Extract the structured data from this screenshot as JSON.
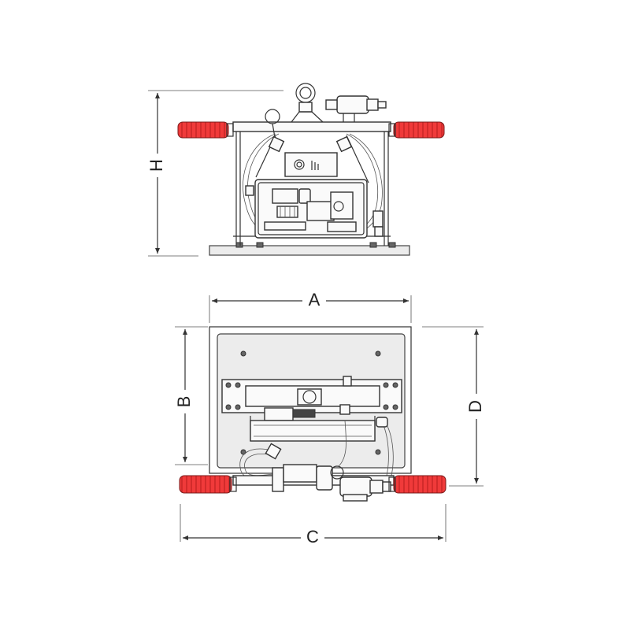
{
  "colors": {
    "handle": "#f03a3a",
    "line": "#333333",
    "plate": "#ececec"
  },
  "dimensions": {
    "height": "H",
    "width_plate": "A",
    "depth_plate": "B",
    "width_overall": "C",
    "depth_overall": "D"
  }
}
